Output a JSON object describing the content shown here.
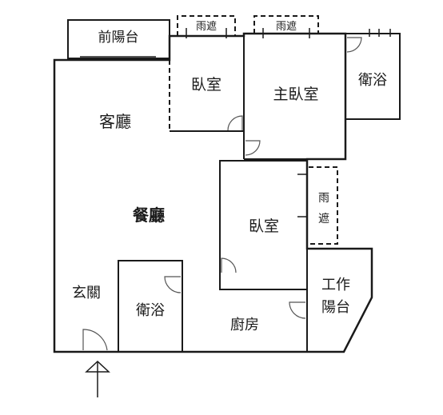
{
  "rooms": {
    "front_balcony": "前陽台",
    "canopy_top_left": "雨遮",
    "canopy_top_right": "雨遮",
    "bedroom_upper": "臥室",
    "master_bedroom": "主臥室",
    "bathroom_master": "衛浴",
    "living_room": "客廳",
    "dining_room": "餐廳",
    "bedroom_lower": "臥室",
    "canopy_side_1": "雨",
    "canopy_side_2": "遮",
    "entrance_hall": "玄關",
    "bathroom_common": "衛浴",
    "kitchen": "廚房",
    "utility_balcony_1": "工作",
    "utility_balcony_2": "陽台"
  },
  "colors": {
    "wall": "#1a1a1a",
    "door": "#555555"
  },
  "icons": {
    "entrance": "arrow-up-icon"
  }
}
